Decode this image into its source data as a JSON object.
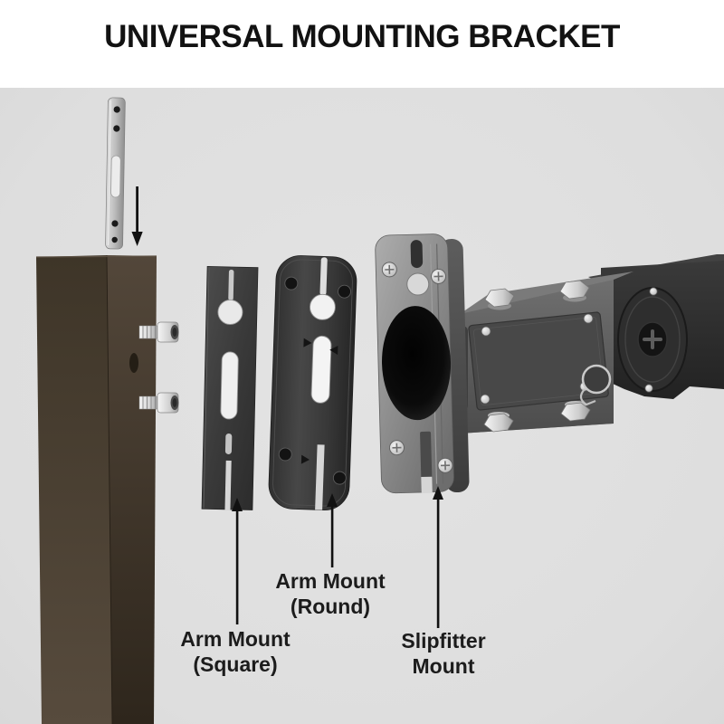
{
  "title": "UNIVERSAL MOUNTING BRACKET",
  "labels": {
    "arm_mount_square": "Arm Mount\n(Square)",
    "arm_mount_round": "Arm Mount\n(Round)",
    "slipfitter_mount": "Slipfitter\nMount"
  },
  "palette": {
    "page_background": "#ffffff",
    "scene_background": "#e0e0e0",
    "title_text": "#121212",
    "label_text": "#1c1c1c",
    "annotation_arrow": "#111111",
    "pole_brown_front": "#43392c",
    "pole_brown_side": "#332a20",
    "bracket_plate_dark": "#3a3a3a",
    "slipfitter_gray": "#8f8f8f",
    "housing_gray": "#2d2d2d",
    "hardware_silver": "#d7d7d7"
  }
}
